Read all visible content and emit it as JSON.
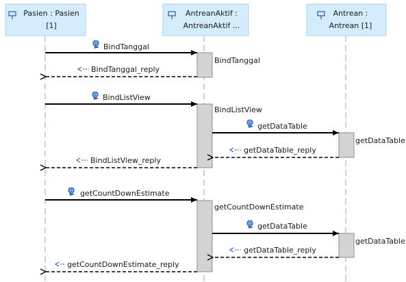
{
  "lifelines": [
    {
      "line1": "Pasien : Pasien",
      "line2": "[1]"
    },
    {
      "line1": "AntreanAktif :",
      "line2": "AntreanAktif ..."
    },
    {
      "line1": "Antrean :",
      "line2": "Antrean [1]"
    }
  ],
  "messages": {
    "bind_tanggal": "BindTanggal",
    "bind_tanggal_reply": "BindTanggal_reply",
    "bind_list_view": "BindListView",
    "get_data_table_1": "getDataTable",
    "get_data_table_reply_1": "getDataTable_reply",
    "bind_list_view_reply": "BindListView_reply",
    "get_count_down_estimate": "getCountDownEstimate",
    "get_data_table_2": "getDataTable",
    "get_data_table_reply_2": "getDataTable_reply",
    "get_count_down_estimate_reply": "getCountDownEstimate_reply"
  },
  "activations": {
    "bind_tanggal": "BindTanggal",
    "bind_list_view": "BindListView",
    "get_data_table_1": "getDataTable",
    "get_count_down_estimate": "getCountDownEstimate",
    "get_data_table_2": "getDataTable"
  },
  "colors": {
    "lifeline_header_bg": "#d4ecfb",
    "lifeline_dash": "#9bbfe0",
    "activation_fill": "#d3d3d3",
    "activation_stroke": "#8c8c8c",
    "message_line": "#000000",
    "icon_blue": "#2f6fd0"
  }
}
